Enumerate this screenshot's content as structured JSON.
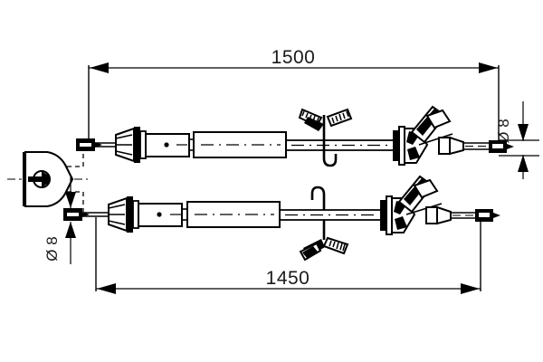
{
  "drawing": {
    "type": "technical-line-drawing",
    "subject": "handbrake-cable-assembly",
    "background_color": "#ffffff",
    "line_color": "#000000",
    "dimensions": {
      "upper_length": {
        "value": "1500",
        "label": "1500",
        "position": "top",
        "arrow_style": "inward-filled-triangles"
      },
      "lower_length": {
        "value": "1450",
        "label": "1450",
        "position": "bottom",
        "arrow_style": "inward-filled-triangles"
      },
      "upper_diameter": {
        "value": "8",
        "label": "Ø 8",
        "symbol": "Ø",
        "position": "right",
        "orientation": "rotated-90",
        "arrow_style": "inward-vertical-filled-triangles"
      },
      "lower_diameter": {
        "value": "8",
        "label": "Ø 8",
        "symbol": "Ø",
        "position": "left",
        "orientation": "rotated-90",
        "arrow_style": "inward-vertical-filled-triangles"
      }
    },
    "components": {
      "mounting_bracket": "wedge-plate-with-pivot-hole",
      "end_nipple_left": "barrel-nipple",
      "conical_grommet": "cone-boot",
      "inner_housing": "cylindrical-sleeve",
      "main_sleeve": "long-rectangular-tube",
      "retaining_clip": "winged-clip-with-hook",
      "branch_fitting": "angled-y-connector-with-flange",
      "end_nipple_right": "barrel-nipple"
    }
  }
}
